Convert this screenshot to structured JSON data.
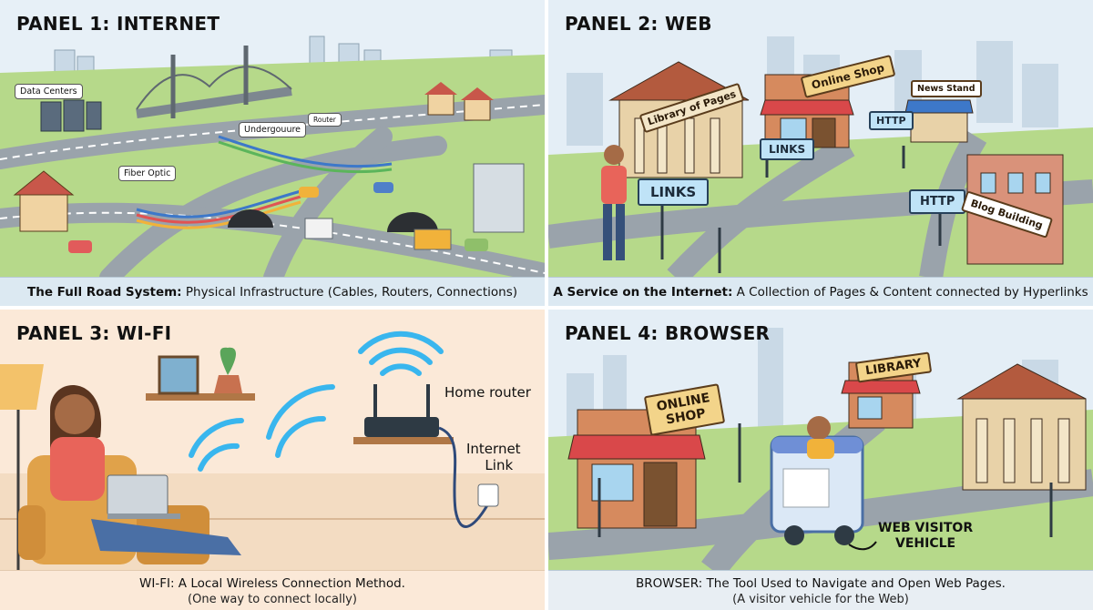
{
  "panels": [
    {
      "title": "PANEL 1: INTERNET",
      "caption_bold": "The Full Road System:",
      "caption_rest": " Physical Infrastructure (Cables, Routers, Connections)",
      "labels": {
        "data_centers": "Data Centers",
        "underground": "Undergouure",
        "router": "Router",
        "fiber_optic": "Fiber Optic"
      }
    },
    {
      "title": "PANEL 2: WEB",
      "caption_bold": "A Service on the Internet:",
      "caption_rest": " A Collection of Pages & Content connected by Hyperlinks",
      "labels": {
        "library_of_pages": "Library of Pages",
        "online_shop": "Online Shop",
        "news_stand": "News Stand",
        "http_1": "HTTP",
        "links_1": "LINKS",
        "links_2": "LINKS",
        "http_2": "HTTP",
        "blog_building": "Blog Building"
      }
    },
    {
      "title": "PANEL 3: WI-FI",
      "caption_line1": "WI-FI: A Local Wireless Connection Method.",
      "caption_line2": "(One way to connect locally)",
      "labels": {
        "home_router": "Home router",
        "internet_link_1": "Internet",
        "internet_link_2": "Link"
      }
    },
    {
      "title": "PANEL 4: BROWSER",
      "caption_line1": "BROWSER: The Tool Used to Navigate and Open Web Pages.",
      "caption_line2": "(A visitor vehicle for the Web)",
      "labels": {
        "online_shop_1": "ONLINE",
        "online_shop_2": "SHOP",
        "library": "LIBRARY",
        "web_visitor_1": "WEB VISITOR",
        "web_visitor_2": "VEHICLE"
      }
    }
  ],
  "colors": {
    "grass": "#b6d98a",
    "road": "#9aa3ab",
    "sky_city": "#c9d9e6",
    "sign_blue": "#bfe3f7",
    "shop_awning_red": "#d9484a",
    "wifi_blue": "#39b6ee",
    "brick": "#c8714f"
  }
}
